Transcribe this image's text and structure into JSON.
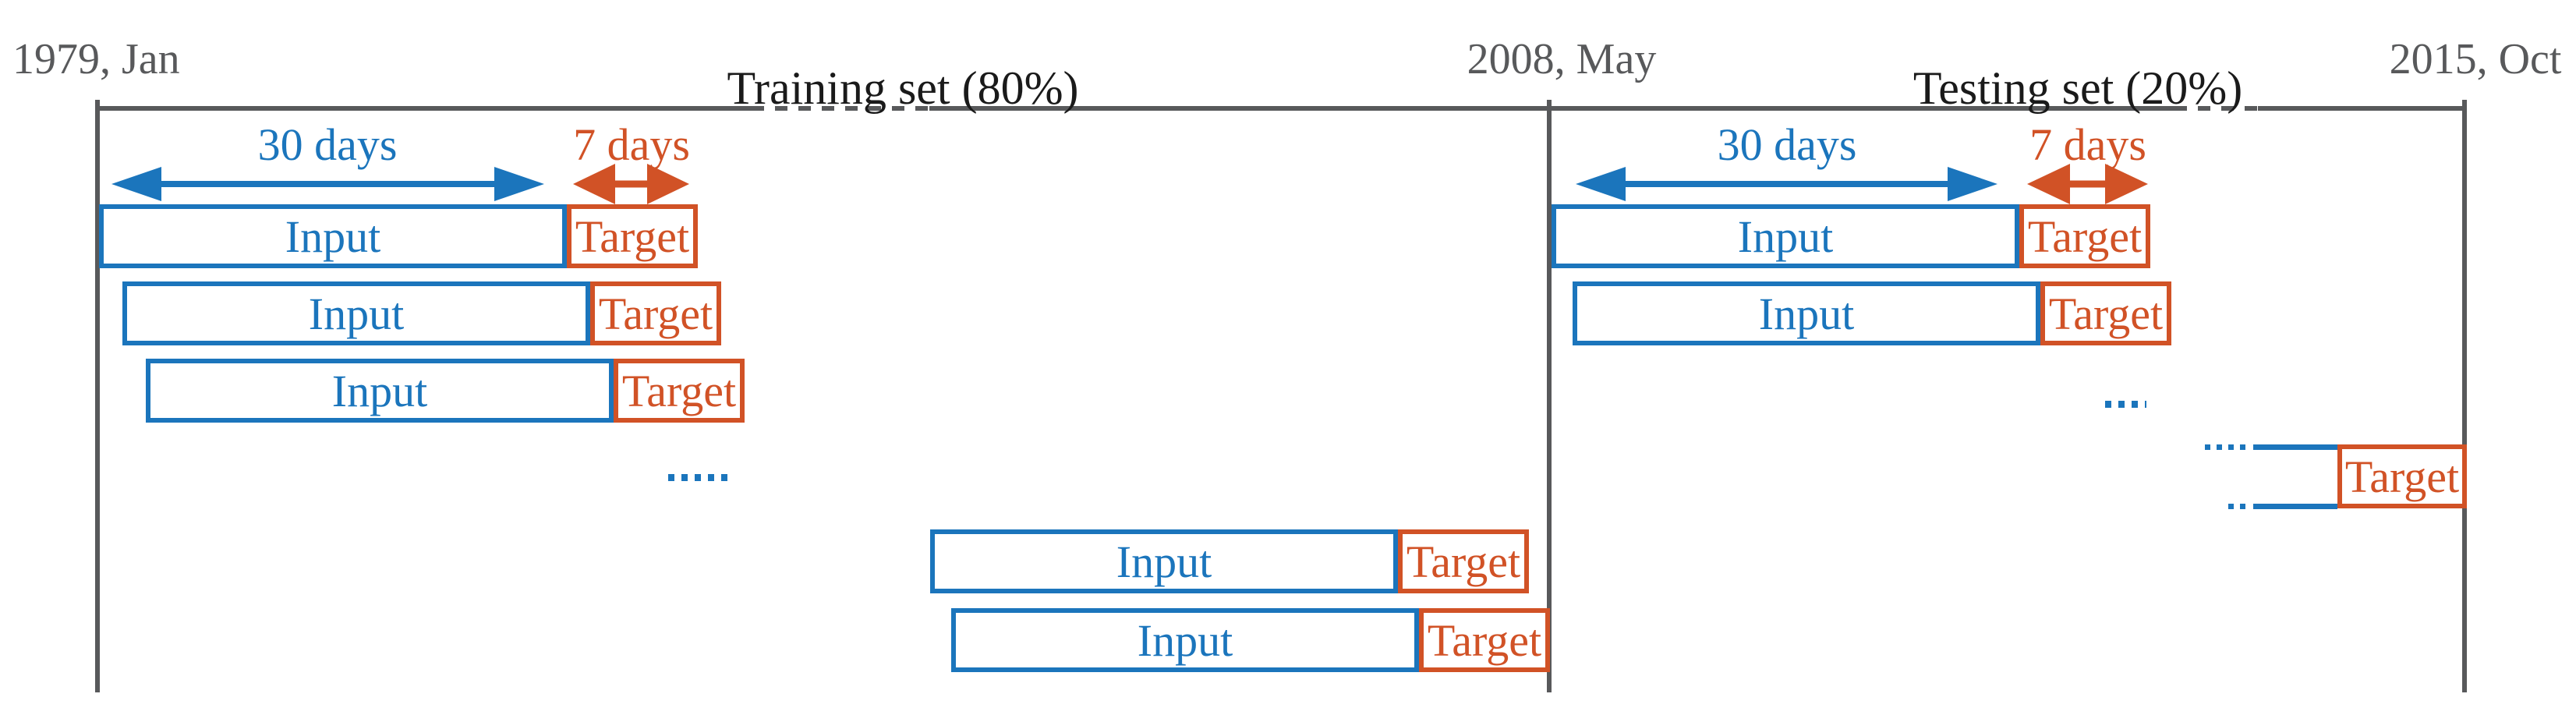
{
  "timeline": {
    "start_date": "1979, Jan",
    "split_date": "2008, May",
    "end_date": "2015, Oct",
    "training_label": "Training set (80%)",
    "testing_label": "Testing set (20%)"
  },
  "legend": {
    "input_duration": "30 days",
    "target_duration": "7 days"
  },
  "boxes": {
    "input_label": "Input",
    "target_label": "Target"
  },
  "icons": {
    "input_span_arrow": "double-headed-arrow",
    "target_span_arrow": "double-headed-arrow",
    "continuation_marker": "dotted-ellipsis"
  },
  "colors": {
    "input_blue": "#1B75BC",
    "target_orange": "#D15226",
    "axis_gray": "#58595B",
    "label_black": "#1A1A1A"
  }
}
